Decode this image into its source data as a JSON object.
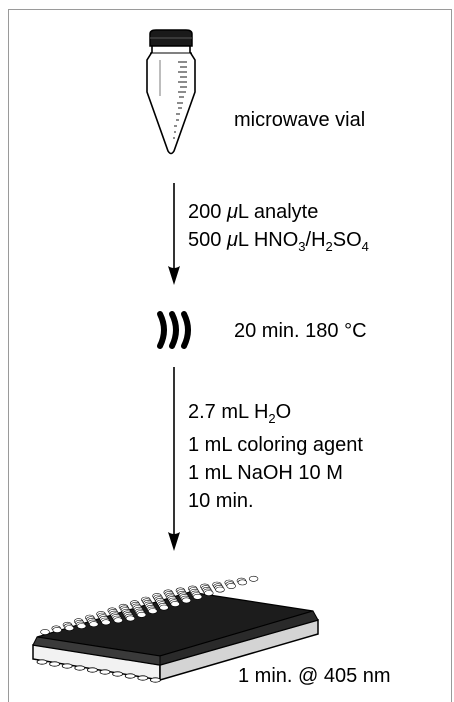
{
  "steps": {
    "vial_label": "microwave vial",
    "step1": {
      "line1_amount": "200 ",
      "line1_mu": "μ",
      "line1_rest": "L analyte",
      "line2_amount": "500 ",
      "line2_mu": "μ",
      "line2_l": "L HNO",
      "line2_sub1": "3",
      "line2_mid": "/H",
      "line2_sub2": "2",
      "line2_so": "SO",
      "line2_sub3": "4"
    },
    "microwave_label": "20 min. 180 °C",
    "step2": {
      "line1_pre": "2.7 mL H",
      "line1_sub": "2",
      "line1_post": "O",
      "line2": "1 mL coloring agent",
      "line3": "1 mL NaOH 10 M",
      "line4": "10 min."
    },
    "plate_label": "1 min. @ 405 nm"
  },
  "icons": [
    "microwave-vial-icon",
    "down-arrow-icon",
    "microwave-waves-icon",
    "well-plate-icon"
  ]
}
